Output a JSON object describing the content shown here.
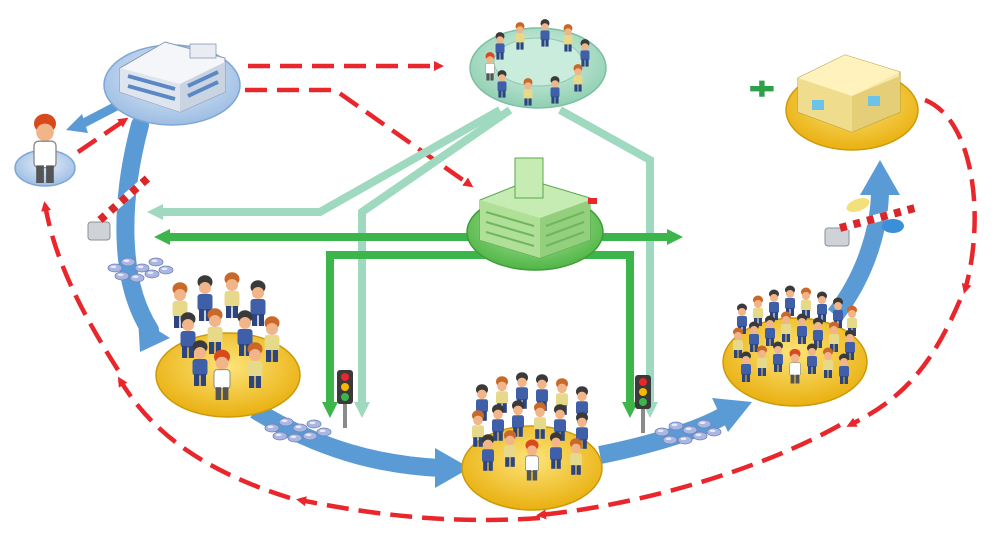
{
  "colors": {
    "blue_flow": "#5b9bd5",
    "blue_flow_dark": "#2f6fb0",
    "red_dash": "#e8262b",
    "green_dark": "#3cb54a",
    "green_light": "#9fd9c0",
    "platform_yellow": "#f6c729",
    "platform_blue": "#b9d3ee",
    "platform_teal": "#a8dcc4",
    "platform_green": "#7cc96a",
    "figure_blue": "#3f5fa8",
    "figure_yellow": "#e7d98a",
    "skin": "#f2b58a",
    "barrier_red": "#d8262b",
    "pill_blue": "#a9b6e0"
  },
  "nodes": [
    {
      "id": "headquarters",
      "icon": "office-building-icon"
    },
    {
      "id": "doctor",
      "icon": "doctor-icon"
    },
    {
      "id": "meeting",
      "icon": "round-table-meeting-icon"
    },
    {
      "id": "hospital",
      "icon": "hospital-building-icon"
    },
    {
      "id": "pharmacy",
      "icon": "pharmacy-building-icon"
    },
    {
      "id": "group_small",
      "icon": "people-group-icon"
    },
    {
      "id": "group_medium",
      "icon": "people-group-icon"
    },
    {
      "id": "group_large",
      "icon": "people-group-icon"
    }
  ],
  "connectors": {
    "blue_flow_icon": "blue-arrow-icon",
    "red_feedback_icon": "red-dashed-arrow-icon",
    "green_control_icon": "green-arrow-icon",
    "traffic_light_icon": "traffic-light-icon",
    "barrier_icon": "boom-barrier-icon",
    "pill_cluster_icon": "pill-cluster-icon"
  }
}
